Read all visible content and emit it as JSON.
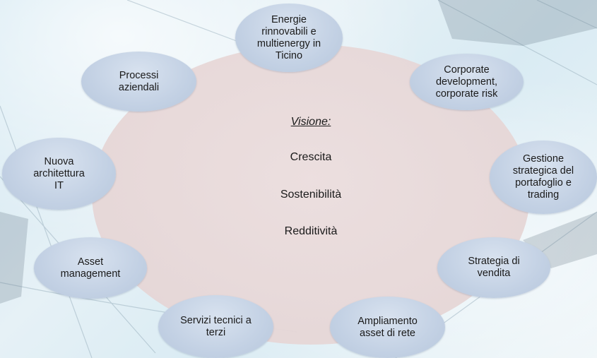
{
  "center": {
    "title": "Visione:",
    "values": [
      "Crescita",
      "Sostenibilità",
      "Redditività"
    ]
  },
  "nodes": [
    {
      "id": "energie",
      "label": "Energie\nrinnovabili e\nmultienergy in\nTicino"
    },
    {
      "id": "corporate",
      "label": "Corporate\ndevelopment,\ncorporate risk"
    },
    {
      "id": "gestione",
      "label": "Gestione\nstrategica del\nportafoglio e\ntrading"
    },
    {
      "id": "strategia",
      "label": "Strategia di\nvendita"
    },
    {
      "id": "ampliamento",
      "label": "Ampliamento\nasset di rete"
    },
    {
      "id": "servizi",
      "label": "Servizi tecnici a\nterzi"
    },
    {
      "id": "asset",
      "label": "Asset\nmanagement"
    },
    {
      "id": "nuova",
      "label": "Nuova\narchitettura\nIT"
    },
    {
      "id": "processi",
      "label": "Processi\naziendali"
    }
  ]
}
